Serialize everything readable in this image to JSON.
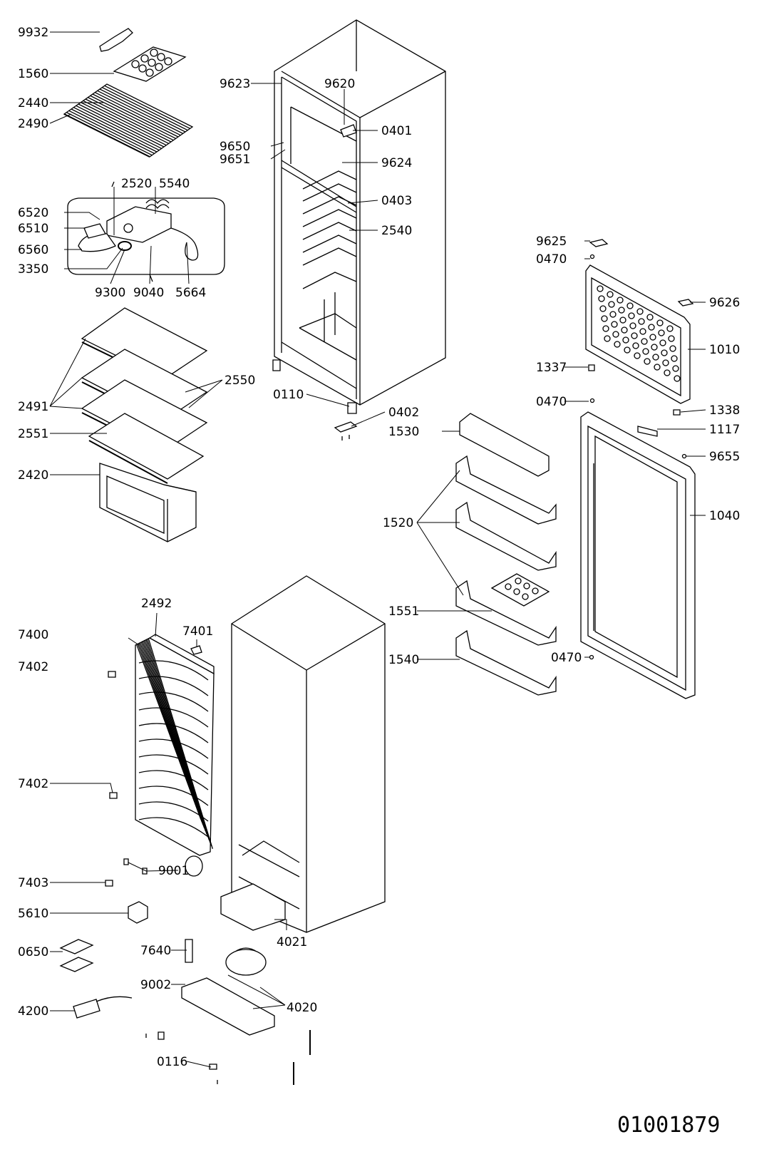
{
  "labels": {
    "p9932": "9932",
    "p1560": "1560",
    "p2440": "2440",
    "p2490": "2490",
    "p2520": "2520",
    "p5540": "5540",
    "p6520": "6520",
    "p6510": "6510",
    "p6560": "6560",
    "p3350": "3350",
    "p9300": "9300",
    "p9040": "9040",
    "p5664": "5664",
    "p2550": "2550",
    "p2491": "2491",
    "p2551": "2551",
    "p2420": "2420",
    "p9623": "9623",
    "p9620": "9620",
    "p0401": "0401",
    "p9650": "9650",
    "p9651": "9651",
    "p9624": "9624",
    "p0403": "0403",
    "p2540": "2540",
    "p0110": "0110",
    "p0402": "0402",
    "p9625": "9625",
    "p0470a": "0470",
    "p9626": "9626",
    "p1010": "1010",
    "p1337": "1337",
    "p0470b": "0470",
    "p1338": "1338",
    "p1117": "1117",
    "p9655": "9655",
    "p1040": "1040",
    "p1530": "1530",
    "p1520": "1520",
    "p1551": "1551",
    "p1540": "1540",
    "p0470c": "0470",
    "p2492": "2492",
    "p7400": "7400",
    "p7401": "7401",
    "p7402a": "7402",
    "p7402b": "7402",
    "p9001": "9001",
    "p7403": "7403",
    "p5610": "5610",
    "p4021": "4021",
    "p0650": "0650",
    "p7640": "7640",
    "p9002": "9002",
    "p4020": "4020",
    "p4200": "4200",
    "p0116": "0116"
  },
  "document_number": "01001879"
}
